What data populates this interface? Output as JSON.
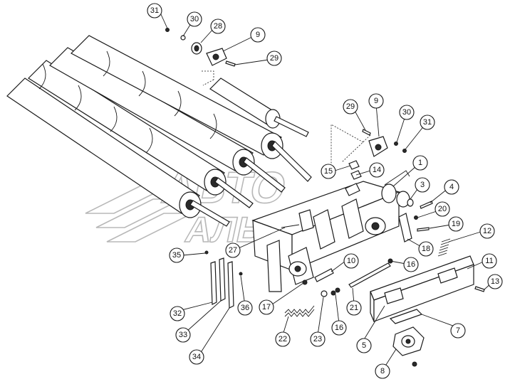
{
  "watermark": {
    "line1": "АВТО",
    "line2": "АЛЬЯНС"
  },
  "callouts": [
    {
      "label": "31"
    },
    {
      "label": "30"
    },
    {
      "label": "28"
    },
    {
      "label": "9"
    },
    {
      "label": "29"
    },
    {
      "label": "29"
    },
    {
      "label": "9"
    },
    {
      "label": "30"
    },
    {
      "label": "31"
    },
    {
      "label": "15"
    },
    {
      "label": "14"
    },
    {
      "label": "1"
    },
    {
      "label": "3"
    },
    {
      "label": "4"
    },
    {
      "label": "20"
    },
    {
      "label": "19"
    },
    {
      "label": "12"
    },
    {
      "label": "18"
    },
    {
      "label": "27"
    },
    {
      "label": "35"
    },
    {
      "label": "10"
    },
    {
      "label": "16"
    },
    {
      "label": "11"
    },
    {
      "label": "13"
    },
    {
      "label": "17"
    },
    {
      "label": "32"
    },
    {
      "label": "36"
    },
    {
      "label": "21"
    },
    {
      "label": "33"
    },
    {
      "label": "34"
    },
    {
      "label": "22"
    },
    {
      "label": "23"
    },
    {
      "label": "16"
    },
    {
      "label": "7"
    },
    {
      "label": "5"
    },
    {
      "label": "8"
    }
  ]
}
